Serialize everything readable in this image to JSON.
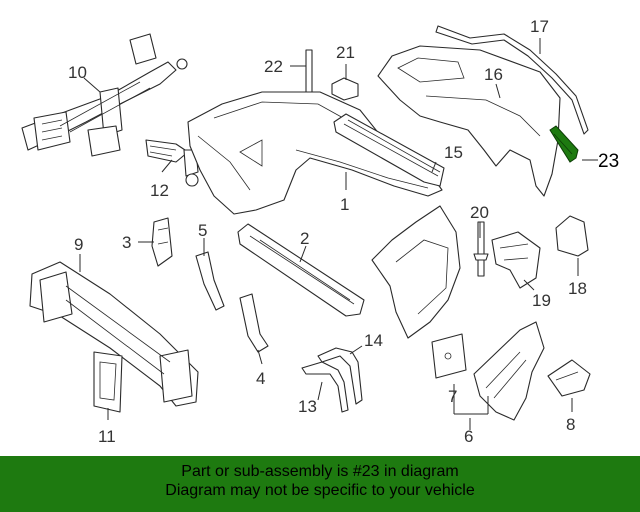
{
  "diagram": {
    "callouts": {
      "c1": "1",
      "c2": "2",
      "c3": "3",
      "c4": "4",
      "c5": "5",
      "c6": "6",
      "c7": "7",
      "c8": "8",
      "c9": "9",
      "c10": "10",
      "c11": "11",
      "c12": "12",
      "c13": "13",
      "c14": "14",
      "c15": "15",
      "c16": "16",
      "c17": "17",
      "c18": "18",
      "c19": "19",
      "c20": "20",
      "c21": "21",
      "c22": "22",
      "c23": "23"
    },
    "highlight_color": "#1e7a10"
  },
  "banner": {
    "background": "#1e7a10",
    "line1": "Part or sub-assembly is #23 in diagram",
    "line2": "Diagram may not be specific to your vehicle"
  }
}
